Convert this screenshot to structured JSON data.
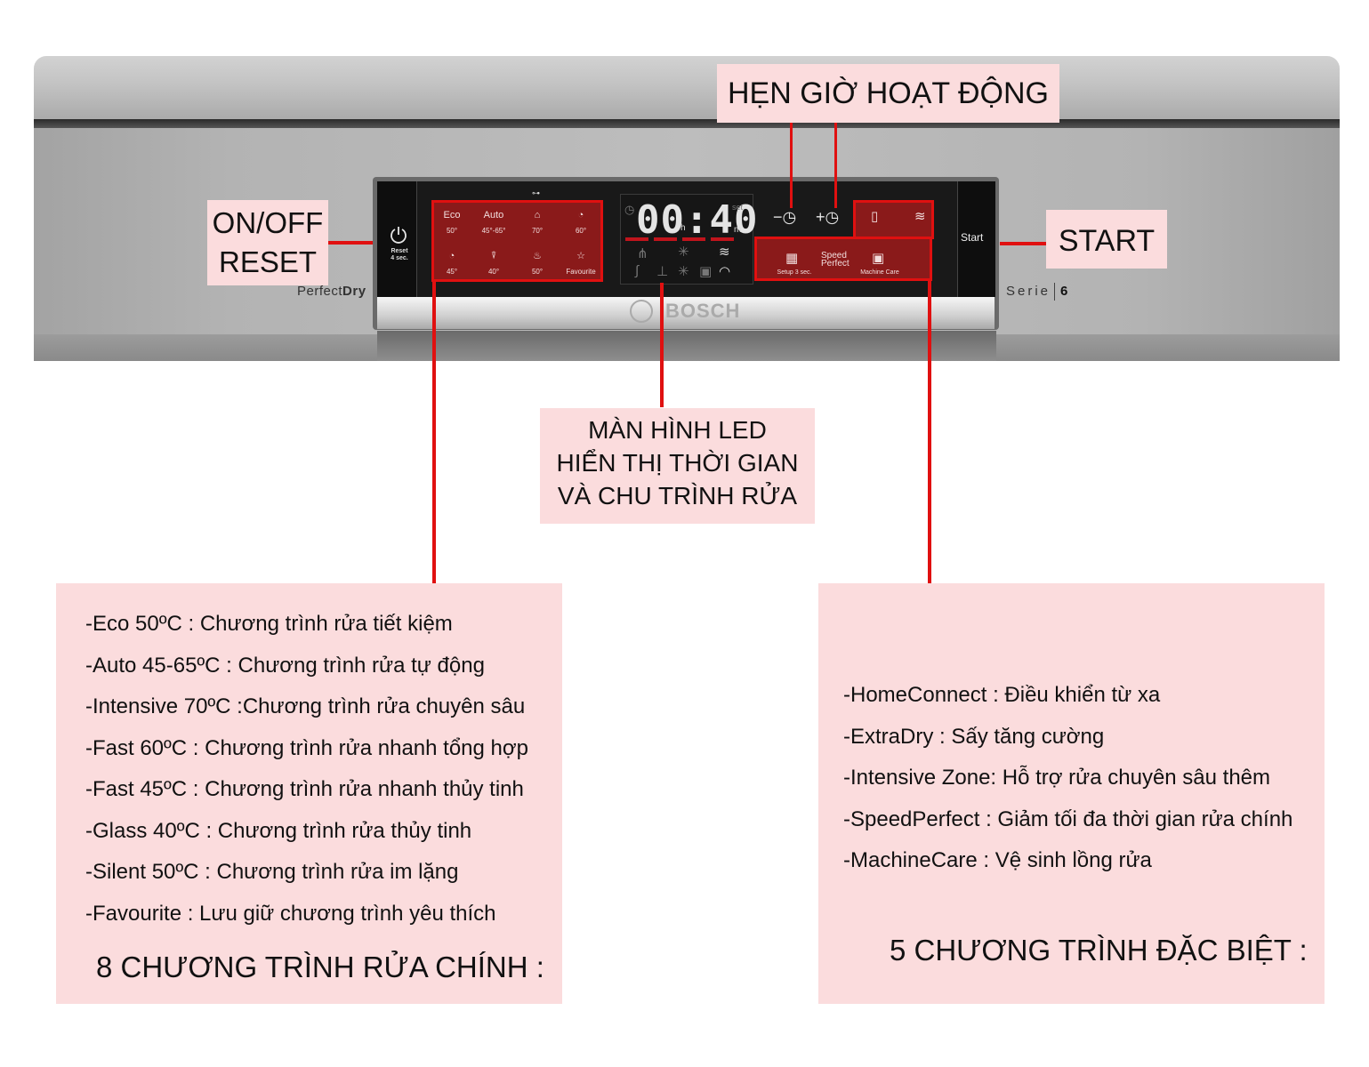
{
  "callouts": {
    "onoff": [
      "ON/OFF",
      "RESET"
    ],
    "timer": "HẸN GIỜ HOẠT ĐỘNG",
    "start": "START",
    "led": [
      "MÀN HÌNH LED",
      "HIỂN THỊ THỜI GIAN",
      "VÀ CHU TRÌNH RỬA"
    ]
  },
  "panel": {
    "reset": [
      "Reset",
      "4 sec."
    ],
    "start": "Start",
    "brand_left_light": "Perfect",
    "brand_left_bold": "Dry",
    "serie": "Serie",
    "serie_num": "6",
    "logo": "BOSCH",
    "programs": [
      {
        "label": "Eco",
        "temp": "50°"
      },
      {
        "label": "Auto",
        "temp": "45°-65°"
      },
      {
        "label": "⌂",
        "temp": "70°"
      },
      {
        "label": "◔",
        "temp": "60°"
      },
      {
        "label": "◔",
        "temp": "45°"
      },
      {
        "label": "⍒",
        "temp": "40°"
      },
      {
        "label": "♨",
        "temp": "50°"
      },
      {
        "label": "☆",
        "temp": "Favourite"
      }
    ],
    "led": {
      "time": "00:40",
      "h": "h",
      "m": "m",
      "set": "set"
    },
    "timer_minus": "−◷",
    "timer_plus": "+◷",
    "special": {
      "setup": "Setup 3 sec.",
      "speed": [
        "Speed",
        "Perfect"
      ],
      "machine_care": "Machine Care"
    }
  },
  "main_programs": {
    "items": [
      "-Eco 50ºC : Chương trình rửa tiết kiệm",
      "-Auto 45-65ºC : Chương trình rửa tự động",
      "-Intensive 70ºC :Chương trình rửa chuyên sâu",
      "-Fast 60ºC  : Chương trình rửa nhanh tổng hợp",
      "-Fast 45ºC  : Chương trình rửa nhanh thủy tinh",
      "-Glass 40ºC  : Chương trình rửa thủy tinh",
      "-Silent 50ºC  : Chương trình rửa im lặng",
      "-Favourite : Lưu giữ chương trình yêu thích"
    ],
    "title": "8 CHƯƠNG TRÌNH RỬA CHÍNH :"
  },
  "special_programs": {
    "items": [
      "-HomeConnect : Điều khiển từ xa",
      "-ExtraDry : Sấy tăng cường",
      "-Intensive Zone: Hỗ trợ rửa chuyên sâu thêm",
      "-SpeedPerfect : Giảm tối đa thời gian rửa chính",
      "-MachineCare : Vệ sinh lồng rửa"
    ],
    "title": "5 CHƯƠNG TRÌNH ĐẶC BIỆT :"
  },
  "colors": {
    "callout_bg": "#fbdcdd",
    "accent_red": "#e01010"
  }
}
